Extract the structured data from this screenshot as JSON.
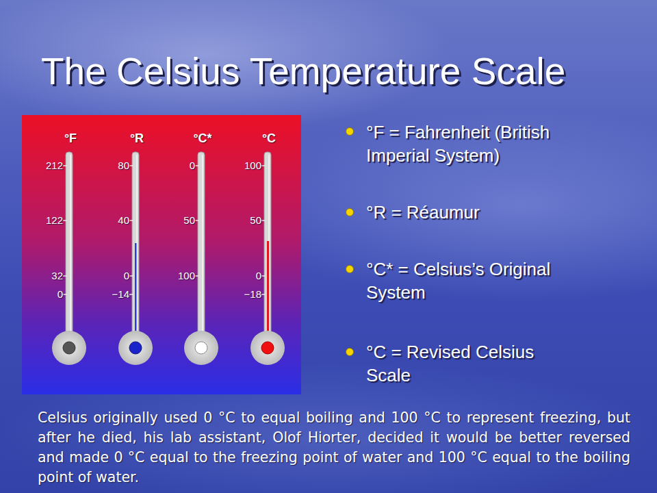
{
  "diagram": {
    "title": "The Celsius Temperature Scale",
    "caption": "Celsius originally used 0 °C to equal boiling and 100 °C to represent freezing, but after he died, his lab assistant, Olof Hiorter, decided it would be better reversed and made 0 °C equal to the freezing point of water and 100 °C equal to the boiling point of water.",
    "labels": [
      "°F",
      "°R",
      "°C*",
      "°C",
      "212",
      "122",
      "32",
      "0",
      "80",
      "40",
      "0",
      "−14",
      "0",
      "50",
      "100",
      "100",
      "50",
      "0",
      "−18",
      "°F = Fahrenheit (British Imperial System)",
      "°R = Réaumur",
      "°C* = Celsius’s Original System",
      "°C = Revised Celsius Scale"
    ]
  }
}
